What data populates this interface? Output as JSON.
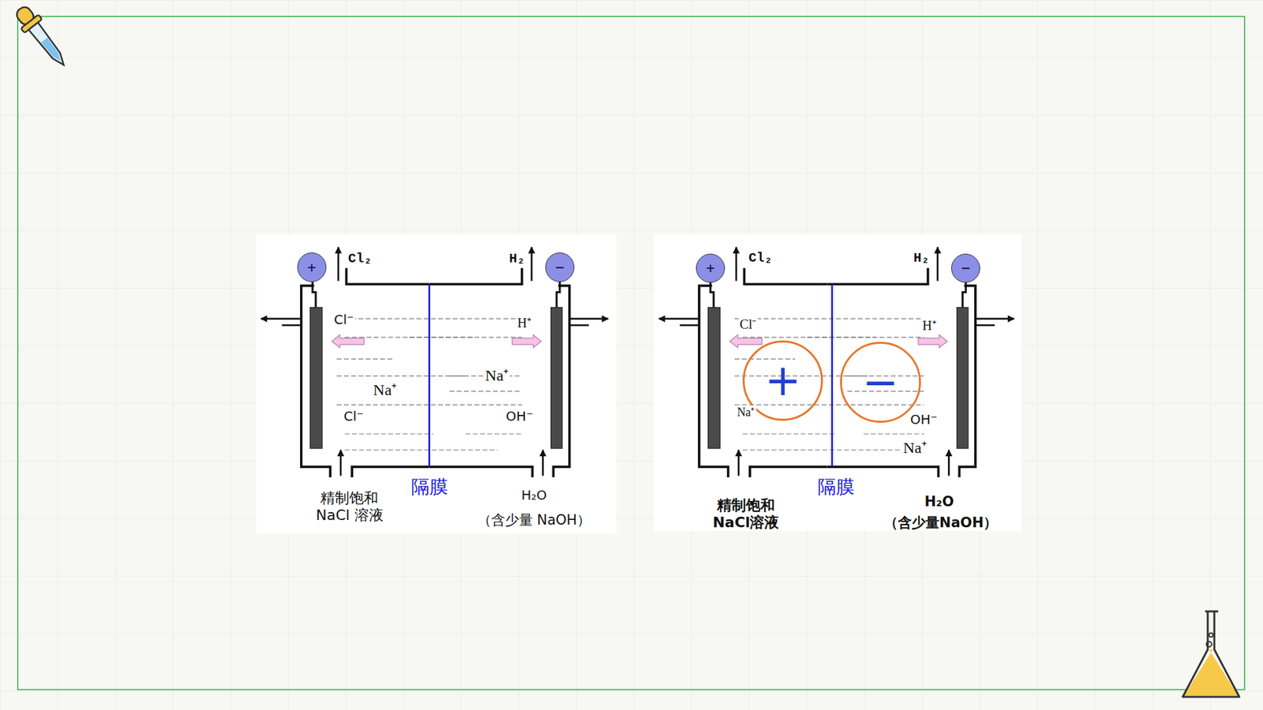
{
  "diagram": {
    "nodes": [
      {
        "text": [
          "+"
        ]
      },
      {
        "text": [
          "−"
        ]
      },
      {
        "text": [
          "+"
        ]
      },
      {
        "text": [
          "−"
        ]
      },
      {
        "text": [
          "+"
        ]
      },
      {
        "text": [
          "−"
        ]
      }
    ],
    "labels": [
      "Cl₂",
      "H₂",
      "Cl⁻",
      "H⁺",
      "Na⁺",
      "Na⁺",
      "Cl⁻",
      "OH⁻",
      "精制饱和 NaCl 溶液",
      "隔膜",
      "H₂O",
      "（含少量 NaOH）",
      "Cl₂",
      "H₂",
      "Cl⁻",
      "H⁺",
      "Na⁺",
      "OH⁻",
      "Na⁺",
      "精制饱和 NaCl溶液",
      "隔膜",
      "H₂O",
      "（含少量NaOH）"
    ]
  }
}
